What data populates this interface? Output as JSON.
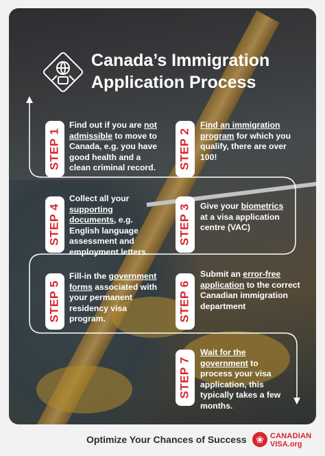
{
  "title": {
    "line1": "Canada’s Immigration",
    "line2": "Application Process"
  },
  "steps": [
    {
      "label": "STEP 1",
      "pre": "Find out if you are ",
      "link": "not admissible",
      "post": " to move to Canada, e.g. you have good health and a clean criminal record."
    },
    {
      "label": "STEP 2",
      "pre": "",
      "link": "Find an immigration program",
      "post": " for which you qualify, there are over 100!"
    },
    {
      "label": "STEP 3",
      "pre": "Give your ",
      "link": "biometrics",
      "post": " at a visa application centre (VAC)"
    },
    {
      "label": "STEP 4",
      "pre": "Collect all your ",
      "link": "supporting documents",
      "post": ", e.g. English language assessment and employment letters."
    },
    {
      "label": "STEP 5",
      "pre": "Fill-in the ",
      "link": "government forms",
      "post": " associated with your permanent residency visa program."
    },
    {
      "label": "STEP 6",
      "pre": "Submit an ",
      "link": "error-free application",
      "post": " to the correct Canadian immigration department"
    },
    {
      "label": "STEP 7",
      "pre": "",
      "link": "Wait for the government",
      "post": " to process your visa application, this typically takes a few months."
    }
  ],
  "footer": {
    "tagline": "Optimize Your Chances of Success"
  },
  "logo": {
    "line1": "CANADIAN",
    "line2": "VISA.org",
    "icon": "maple-leaf-icon"
  },
  "colors": {
    "accent": "#d7262f",
    "text": "#ffffff"
  }
}
